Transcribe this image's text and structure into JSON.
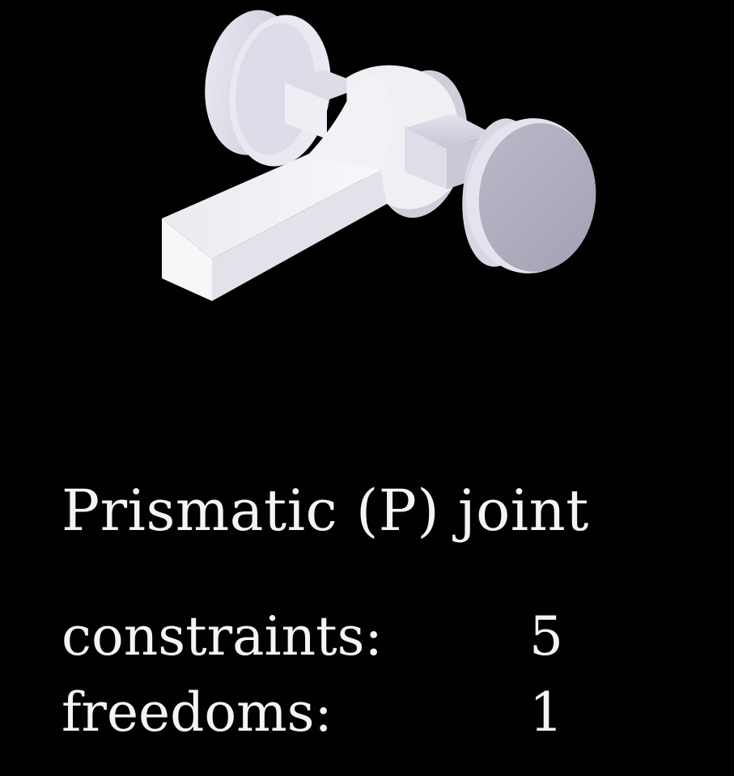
{
  "title": "Prismatic (P) joint",
  "rows": [
    {
      "label": "constraints:",
      "value": "5"
    },
    {
      "label": "freedoms:",
      "value": "1"
    }
  ],
  "colors": {
    "background": "#010101",
    "text": "#f4f4f4",
    "part_light": "#f2f2f6",
    "part_mid": "#d9d9e6",
    "part_shadow": "#a9a9bb"
  }
}
